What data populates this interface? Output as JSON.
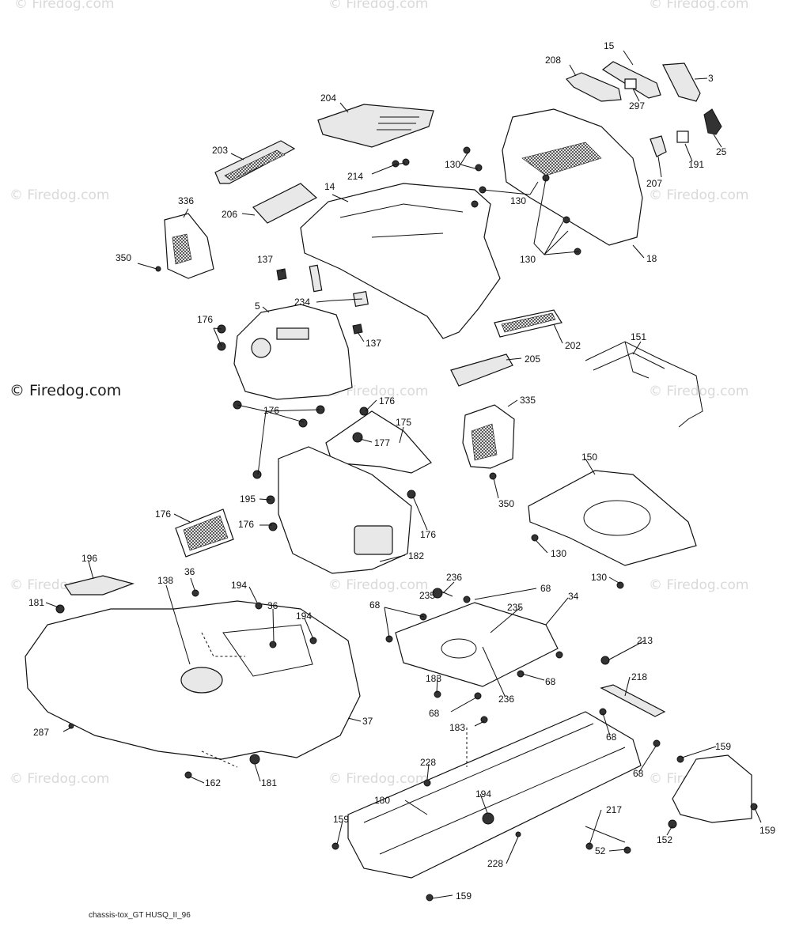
{
  "diagram": {
    "caption": "chassis-tox_GT HUSQ_II_96",
    "watermark_main": "© Firedog.com",
    "watermark_faint": "© Firedog.com",
    "labels": [
      {
        "id": "l15",
        "text": "15"
      },
      {
        "id": "l208",
        "text": "208"
      },
      {
        "id": "l3",
        "text": "3"
      },
      {
        "id": "l297",
        "text": "297"
      },
      {
        "id": "l204",
        "text": "204"
      },
      {
        "id": "l25",
        "text": "25"
      },
      {
        "id": "l203",
        "text": "203"
      },
      {
        "id": "l130a",
        "text": "130"
      },
      {
        "id": "l214",
        "text": "214"
      },
      {
        "id": "l191",
        "text": "191"
      },
      {
        "id": "l207",
        "text": "207"
      },
      {
        "id": "l14",
        "text": "14"
      },
      {
        "id": "l130b",
        "text": "130"
      },
      {
        "id": "l336",
        "text": "336"
      },
      {
        "id": "l206",
        "text": "206"
      },
      {
        "id": "l130c",
        "text": "130"
      },
      {
        "id": "l18",
        "text": "18"
      },
      {
        "id": "l350a",
        "text": "350"
      },
      {
        "id": "l137a",
        "text": "137"
      },
      {
        "id": "l234",
        "text": "234"
      },
      {
        "id": "l5",
        "text": "5"
      },
      {
        "id": "l176a",
        "text": "176"
      },
      {
        "id": "l137b",
        "text": "137"
      },
      {
        "id": "l202",
        "text": "202"
      },
      {
        "id": "l151",
        "text": "151"
      },
      {
        "id": "l205",
        "text": "205"
      },
      {
        "id": "l176b",
        "text": "176"
      },
      {
        "id": "l176c",
        "text": "176"
      },
      {
        "id": "l335",
        "text": "335"
      },
      {
        "id": "l175",
        "text": "175"
      },
      {
        "id": "l177",
        "text": "177"
      },
      {
        "id": "l150",
        "text": "150"
      },
      {
        "id": "l350b",
        "text": "350"
      },
      {
        "id": "l195",
        "text": "195"
      },
      {
        "id": "l176d",
        "text": "176"
      },
      {
        "id": "l176e",
        "text": "176"
      },
      {
        "id": "l176f",
        "text": "176"
      },
      {
        "id": "l130d",
        "text": "130"
      },
      {
        "id": "l182",
        "text": "182"
      },
      {
        "id": "l196",
        "text": "196"
      },
      {
        "id": "l130e",
        "text": "130"
      },
      {
        "id": "l36a",
        "text": "36"
      },
      {
        "id": "l138",
        "text": "138"
      },
      {
        "id": "l194a",
        "text": "194"
      },
      {
        "id": "l236a",
        "text": "236"
      },
      {
        "id": "l235a",
        "text": "235"
      },
      {
        "id": "l68a",
        "text": "68"
      },
      {
        "id": "l181a",
        "text": "181"
      },
      {
        "id": "l36b",
        "text": "36"
      },
      {
        "id": "l194b",
        "text": "194"
      },
      {
        "id": "l68b",
        "text": "68"
      },
      {
        "id": "l235b",
        "text": "235"
      },
      {
        "id": "l34",
        "text": "34"
      },
      {
        "id": "l213",
        "text": "213"
      },
      {
        "id": "l68c",
        "text": "68"
      },
      {
        "id": "l183a",
        "text": "183"
      },
      {
        "id": "l236b",
        "text": "236"
      },
      {
        "id": "l218",
        "text": "218"
      },
      {
        "id": "l68d",
        "text": "68"
      },
      {
        "id": "l287",
        "text": "287"
      },
      {
        "id": "l37",
        "text": "37"
      },
      {
        "id": "l183b",
        "text": "183"
      },
      {
        "id": "l68e",
        "text": "68"
      },
      {
        "id": "l159a",
        "text": "159"
      },
      {
        "id": "l68f",
        "text": "68"
      },
      {
        "id": "l162",
        "text": "162"
      },
      {
        "id": "l181b",
        "text": "181"
      },
      {
        "id": "l228a",
        "text": "228"
      },
      {
        "id": "l180",
        "text": "180"
      },
      {
        "id": "l194c",
        "text": "194"
      },
      {
        "id": "l217",
        "text": "217"
      },
      {
        "id": "l159b",
        "text": "159"
      },
      {
        "id": "l159c",
        "text": "159"
      },
      {
        "id": "l152",
        "text": "152"
      },
      {
        "id": "l52",
        "text": "52"
      },
      {
        "id": "l228b",
        "text": "228"
      },
      {
        "id": "l159d",
        "text": "159"
      }
    ]
  }
}
